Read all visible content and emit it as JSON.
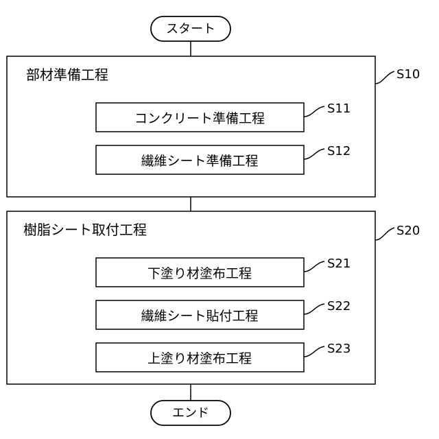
{
  "start_label": "スタート",
  "end_label": "エンド",
  "groups": [
    {
      "title": "部材準備工程",
      "step_id": "S10",
      "steps": [
        {
          "label": "コンクリート準備工程",
          "id": "S11"
        },
        {
          "label": "繊維シート準備工程",
          "id": "S12"
        }
      ]
    },
    {
      "title": "樹脂シート取付工程",
      "step_id": "S20",
      "steps": [
        {
          "label": "下塗り材塗布工程",
          "id": "S21"
        },
        {
          "label": "繊維シート貼付工程",
          "id": "S22"
        },
        {
          "label": "上塗り材塗布工程",
          "id": "S23"
        }
      ]
    }
  ]
}
